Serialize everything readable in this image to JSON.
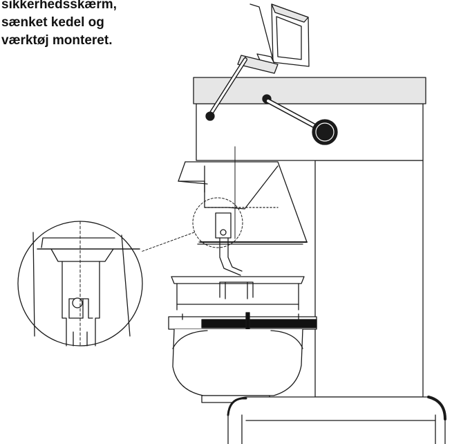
{
  "caption": {
    "lines": [
      "sikkerhedsskærm,",
      "sænket kedel og",
      "værktøj monteret."
    ]
  },
  "colors": {
    "line": "#1a1a1a",
    "fill_light": "#e6e6e6",
    "band": "#111111",
    "background": "#ffffff"
  }
}
